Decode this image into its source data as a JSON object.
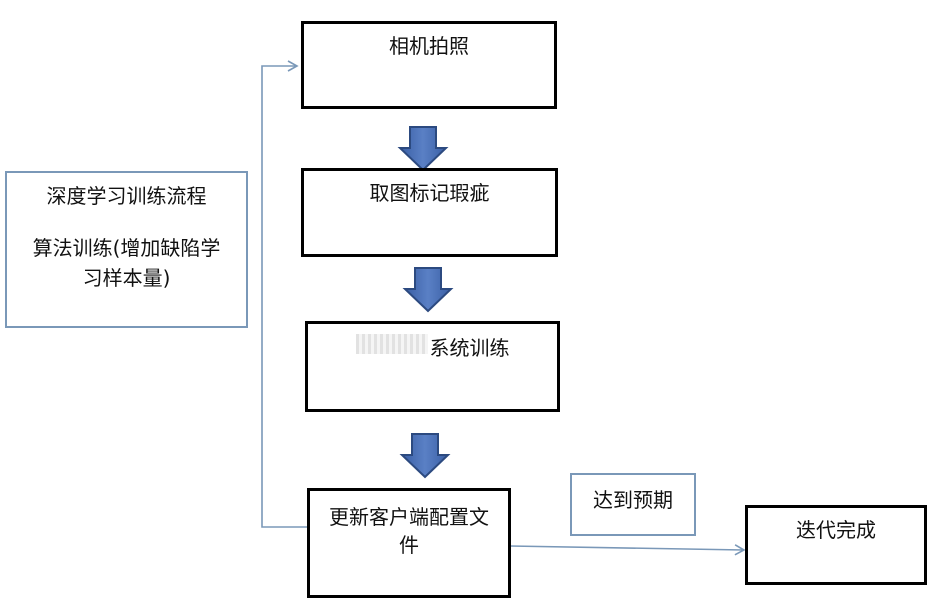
{
  "steps": [
    "相机拍照",
    "取图标记瑕疵",
    "系统训练",
    "更新客户端配置文件",
    "迭代完成"
  ],
  "notes": {
    "left_title": "深度学习训练流程",
    "left_detail": "算法训练(增加缺陷学习样本量)",
    "right": "达到预期"
  },
  "colors": {
    "arrow_fill": "#4a6fb5",
    "arrow_stroke": "#2c4a80",
    "line": "#7a98b8",
    "border": "#000000"
  }
}
